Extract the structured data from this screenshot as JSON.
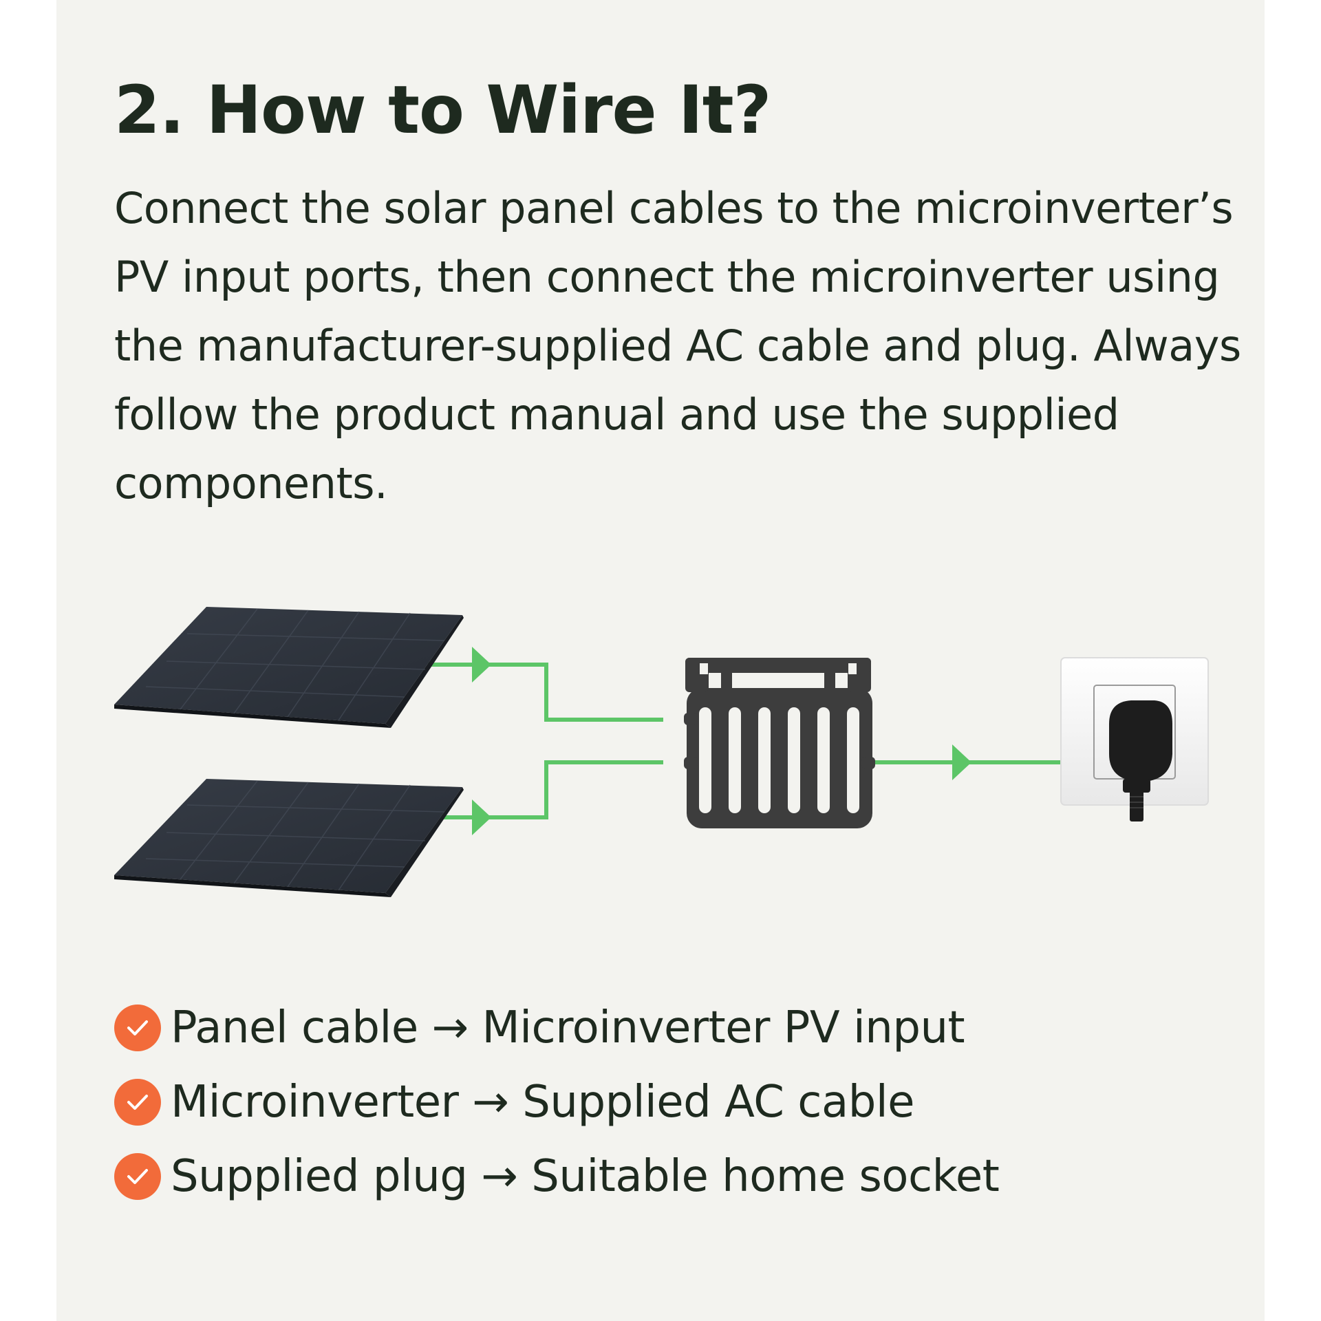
{
  "title": "2. How to Wire It?",
  "intro": "Connect the solar panel cables to the microinverter’s PV input ports, then connect the microinverter using the manufacturer-supplied AC cable and plug. Always follow the product manual and use the supplied components.",
  "checklist": [
    {
      "text": "Panel cable → Microinverter PV input",
      "icon": "check-icon"
    },
    {
      "text": "Microinverter → Supplied AC cable",
      "icon": "check-icon"
    },
    {
      "text": "Supplied plug → Suitable home socket",
      "icon": "check-icon"
    }
  ],
  "colors": {
    "background": "#f3f3ef",
    "text": "#1e2a1f",
    "accent_orange": "#f26b3a",
    "wire_green": "#5cc567",
    "device_gray": "#3d3d3d",
    "panel_dark": "#2f3540"
  }
}
